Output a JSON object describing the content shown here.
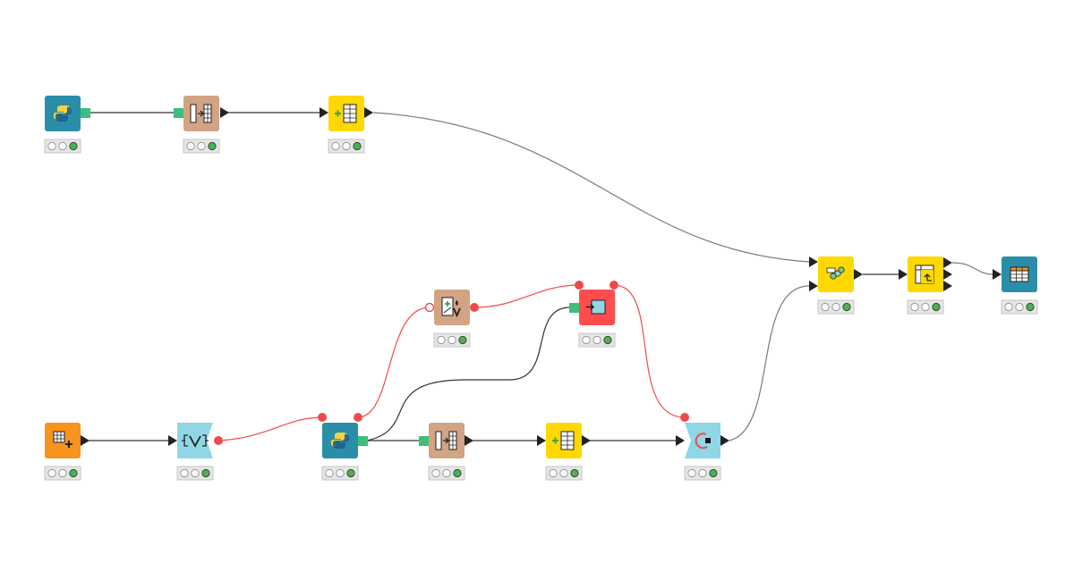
{
  "workflow": {
    "nodes": [
      {
        "id": "python-top",
        "kind": "python",
        "color": "#2b8ea8"
      },
      {
        "id": "col-filter-top",
        "kind": "column-filter",
        "color": "#d2a384"
      },
      {
        "id": "constant-col-top",
        "kind": "constant-column",
        "color": "#ffd800"
      },
      {
        "id": "table-creator",
        "kind": "table-creator",
        "color": "#f7931e"
      },
      {
        "id": "variable-loop-start",
        "kind": "variable-loop-start",
        "color": "#8fd7e6"
      },
      {
        "id": "python-bottom",
        "kind": "python",
        "color": "#2b8ea8"
      },
      {
        "id": "table-to-variable",
        "kind": "table-to-variable",
        "color": "#d2a384"
      },
      {
        "id": "var-to-table",
        "kind": "variable-injector",
        "color": "#ff4d4d"
      },
      {
        "id": "col-filter-bottom",
        "kind": "column-filter",
        "color": "#d2a384"
      },
      {
        "id": "constant-col-bottom",
        "kind": "constant-column",
        "color": "#ffd800"
      },
      {
        "id": "loop-end",
        "kind": "loop-end",
        "color": "#8fd7e6"
      },
      {
        "id": "joiner",
        "kind": "joiner",
        "color": "#ffd800"
      },
      {
        "id": "column-resorter",
        "kind": "column-resorter",
        "color": "#ffd800"
      },
      {
        "id": "table-view",
        "kind": "table-view",
        "color": "#2b8ea8"
      }
    ],
    "status_colors": {
      "idle": "#ffffff",
      "executed": "#4caf50",
      "bar": "#e6e6e6"
    },
    "connection_colors": {
      "data": "#222222",
      "data-light": "#777777",
      "flow-variable": "#ef4b4b"
    }
  }
}
